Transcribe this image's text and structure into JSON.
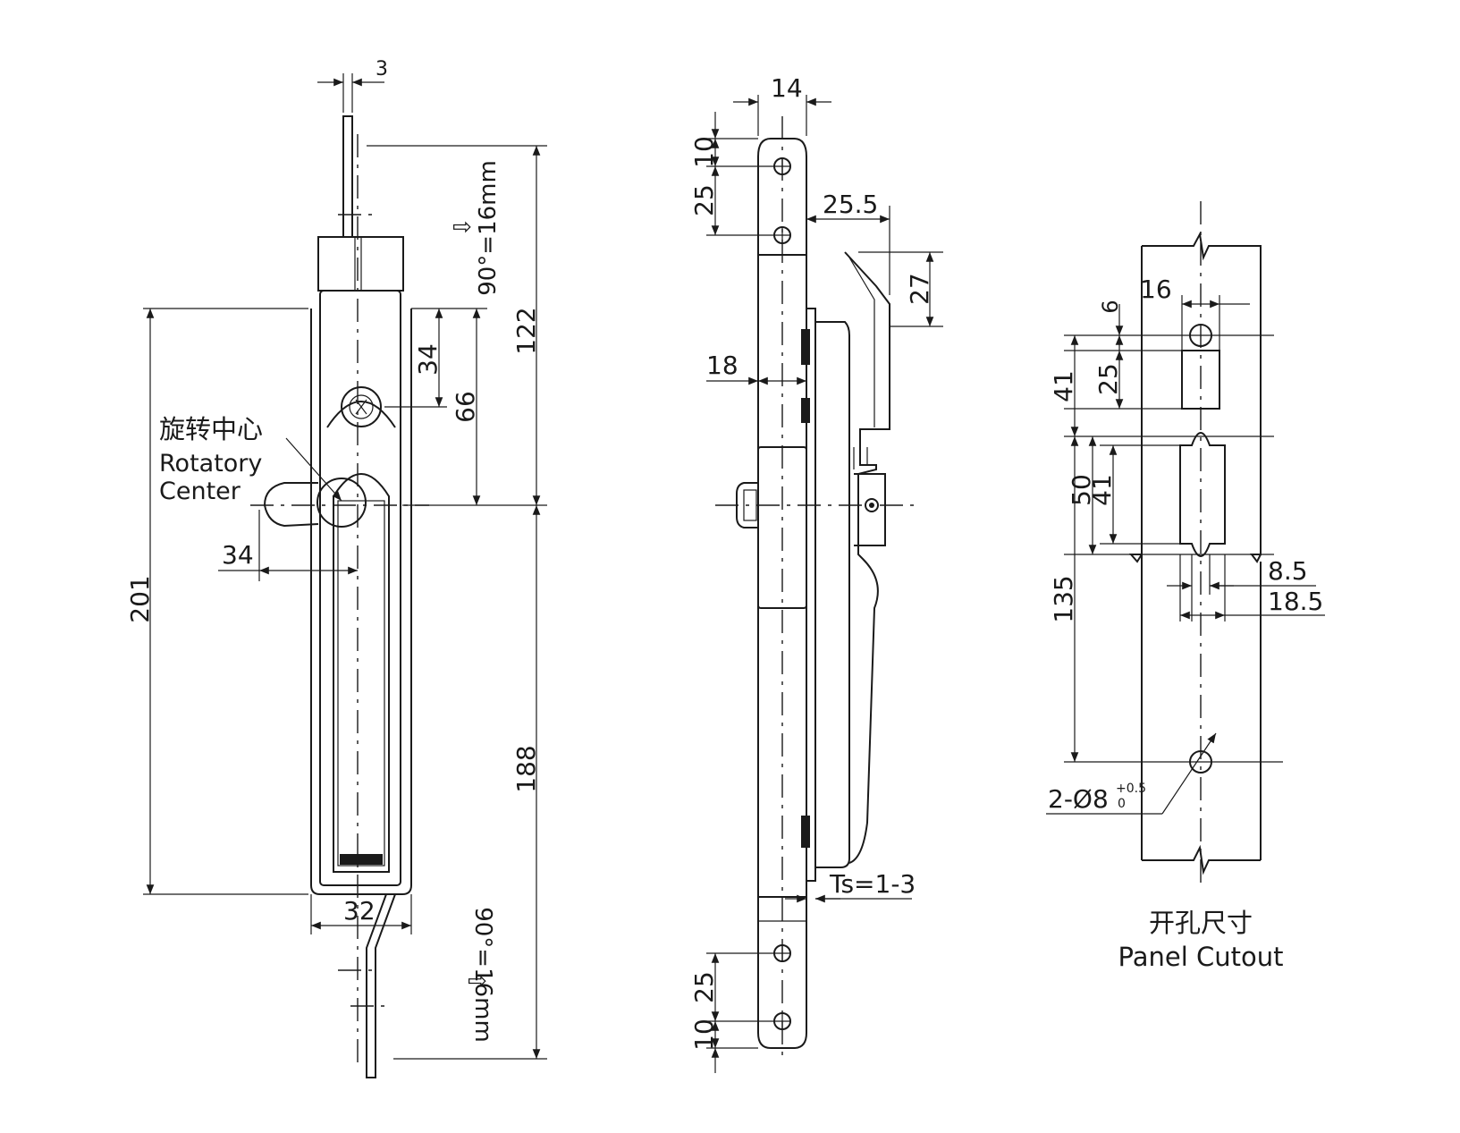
{
  "front_view": {
    "dim_width_top": "3",
    "dim_total_height": "201",
    "dim_above_center": "122",
    "dim_below_center": "188",
    "dim_to_handle_top": "66",
    "dim_to_key": "34",
    "dim_lever_offset": "34",
    "dim_body_width": "32",
    "stroke_top": "90°=16mm",
    "stroke_bottom": "90°=16mm",
    "arrow_top": "⇩",
    "arrow_bottom": "⇧",
    "rotation_center_cn": "旋转中心",
    "rotation_center_en_1": "Rotatory",
    "rotation_center_en_2": "Center"
  },
  "side_view": {
    "dim_rod_width": "14",
    "dim_top_edge": "10",
    "dim_top_holes": "25",
    "dim_handle_depth": "25.5",
    "dim_handle_tip": "27",
    "dim_plate_to_panel": "18",
    "panel_thickness": "Ts=1-3",
    "dim_bottom_holes": "25",
    "dim_bottom_edge": "10"
  },
  "cutout_view": {
    "dim_width": "16",
    "dim_hole_offset": "6",
    "dim_upper_slot_length": "25",
    "dim_upper_span": "41",
    "dim_lower_span": "50",
    "dim_lower_slot_length": "41",
    "dim_to_bottom_hole": "135",
    "dim_small_width": "8.5",
    "dim_large_width": "18.5",
    "hole_spec_prefix": "2-Ø8",
    "hole_tol_upper": "+0.5",
    "hole_tol_lower": "0",
    "title_cn": "开孔尺寸",
    "title_en": "Panel Cutout"
  }
}
